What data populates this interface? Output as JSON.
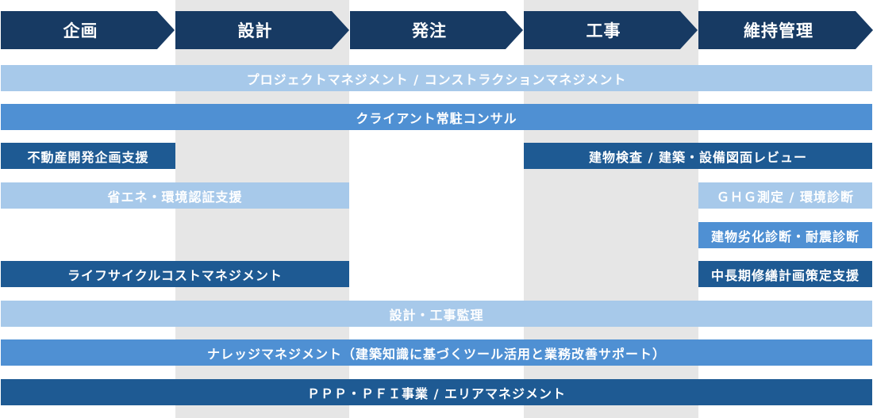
{
  "phases": [
    "企画",
    "設計",
    "発注",
    "工事",
    "維持管理"
  ],
  "services": {
    "pm_cm": "プロジェクトマネジメント / コンストラクションマネジメント",
    "client_consul": "クライアント常駐コンサル",
    "real_estate_planning": "不動産開発企画支援",
    "building_inspection": "建物検査 / 建築・設備図面レビュー",
    "energy_certification": "省エネ・環境認証支援",
    "ghg": "ＧＨＧ測定 / 環境診断",
    "deterioration": "建物劣化診断・耐震診断",
    "lifecycle_cost": "ライフサイクルコストマネジメント",
    "longterm_repair": "中長期修繕計画策定支援",
    "supervision": "設計・工事監理",
    "knowledge": "ナレッジマネジメント（建築知識に基づくツール活用と業務改善サポート）",
    "ppp_pfi": "ＰＰＰ・ＰＦＩ事業 / エリアマネジメント"
  },
  "colors": {
    "phase_header": "#173a63",
    "column_shade": "#e6e6e6",
    "light_bar": "#a7c9ea",
    "mid_bar": "#4f90d3",
    "dark_bar": "#1e5a93"
  }
}
